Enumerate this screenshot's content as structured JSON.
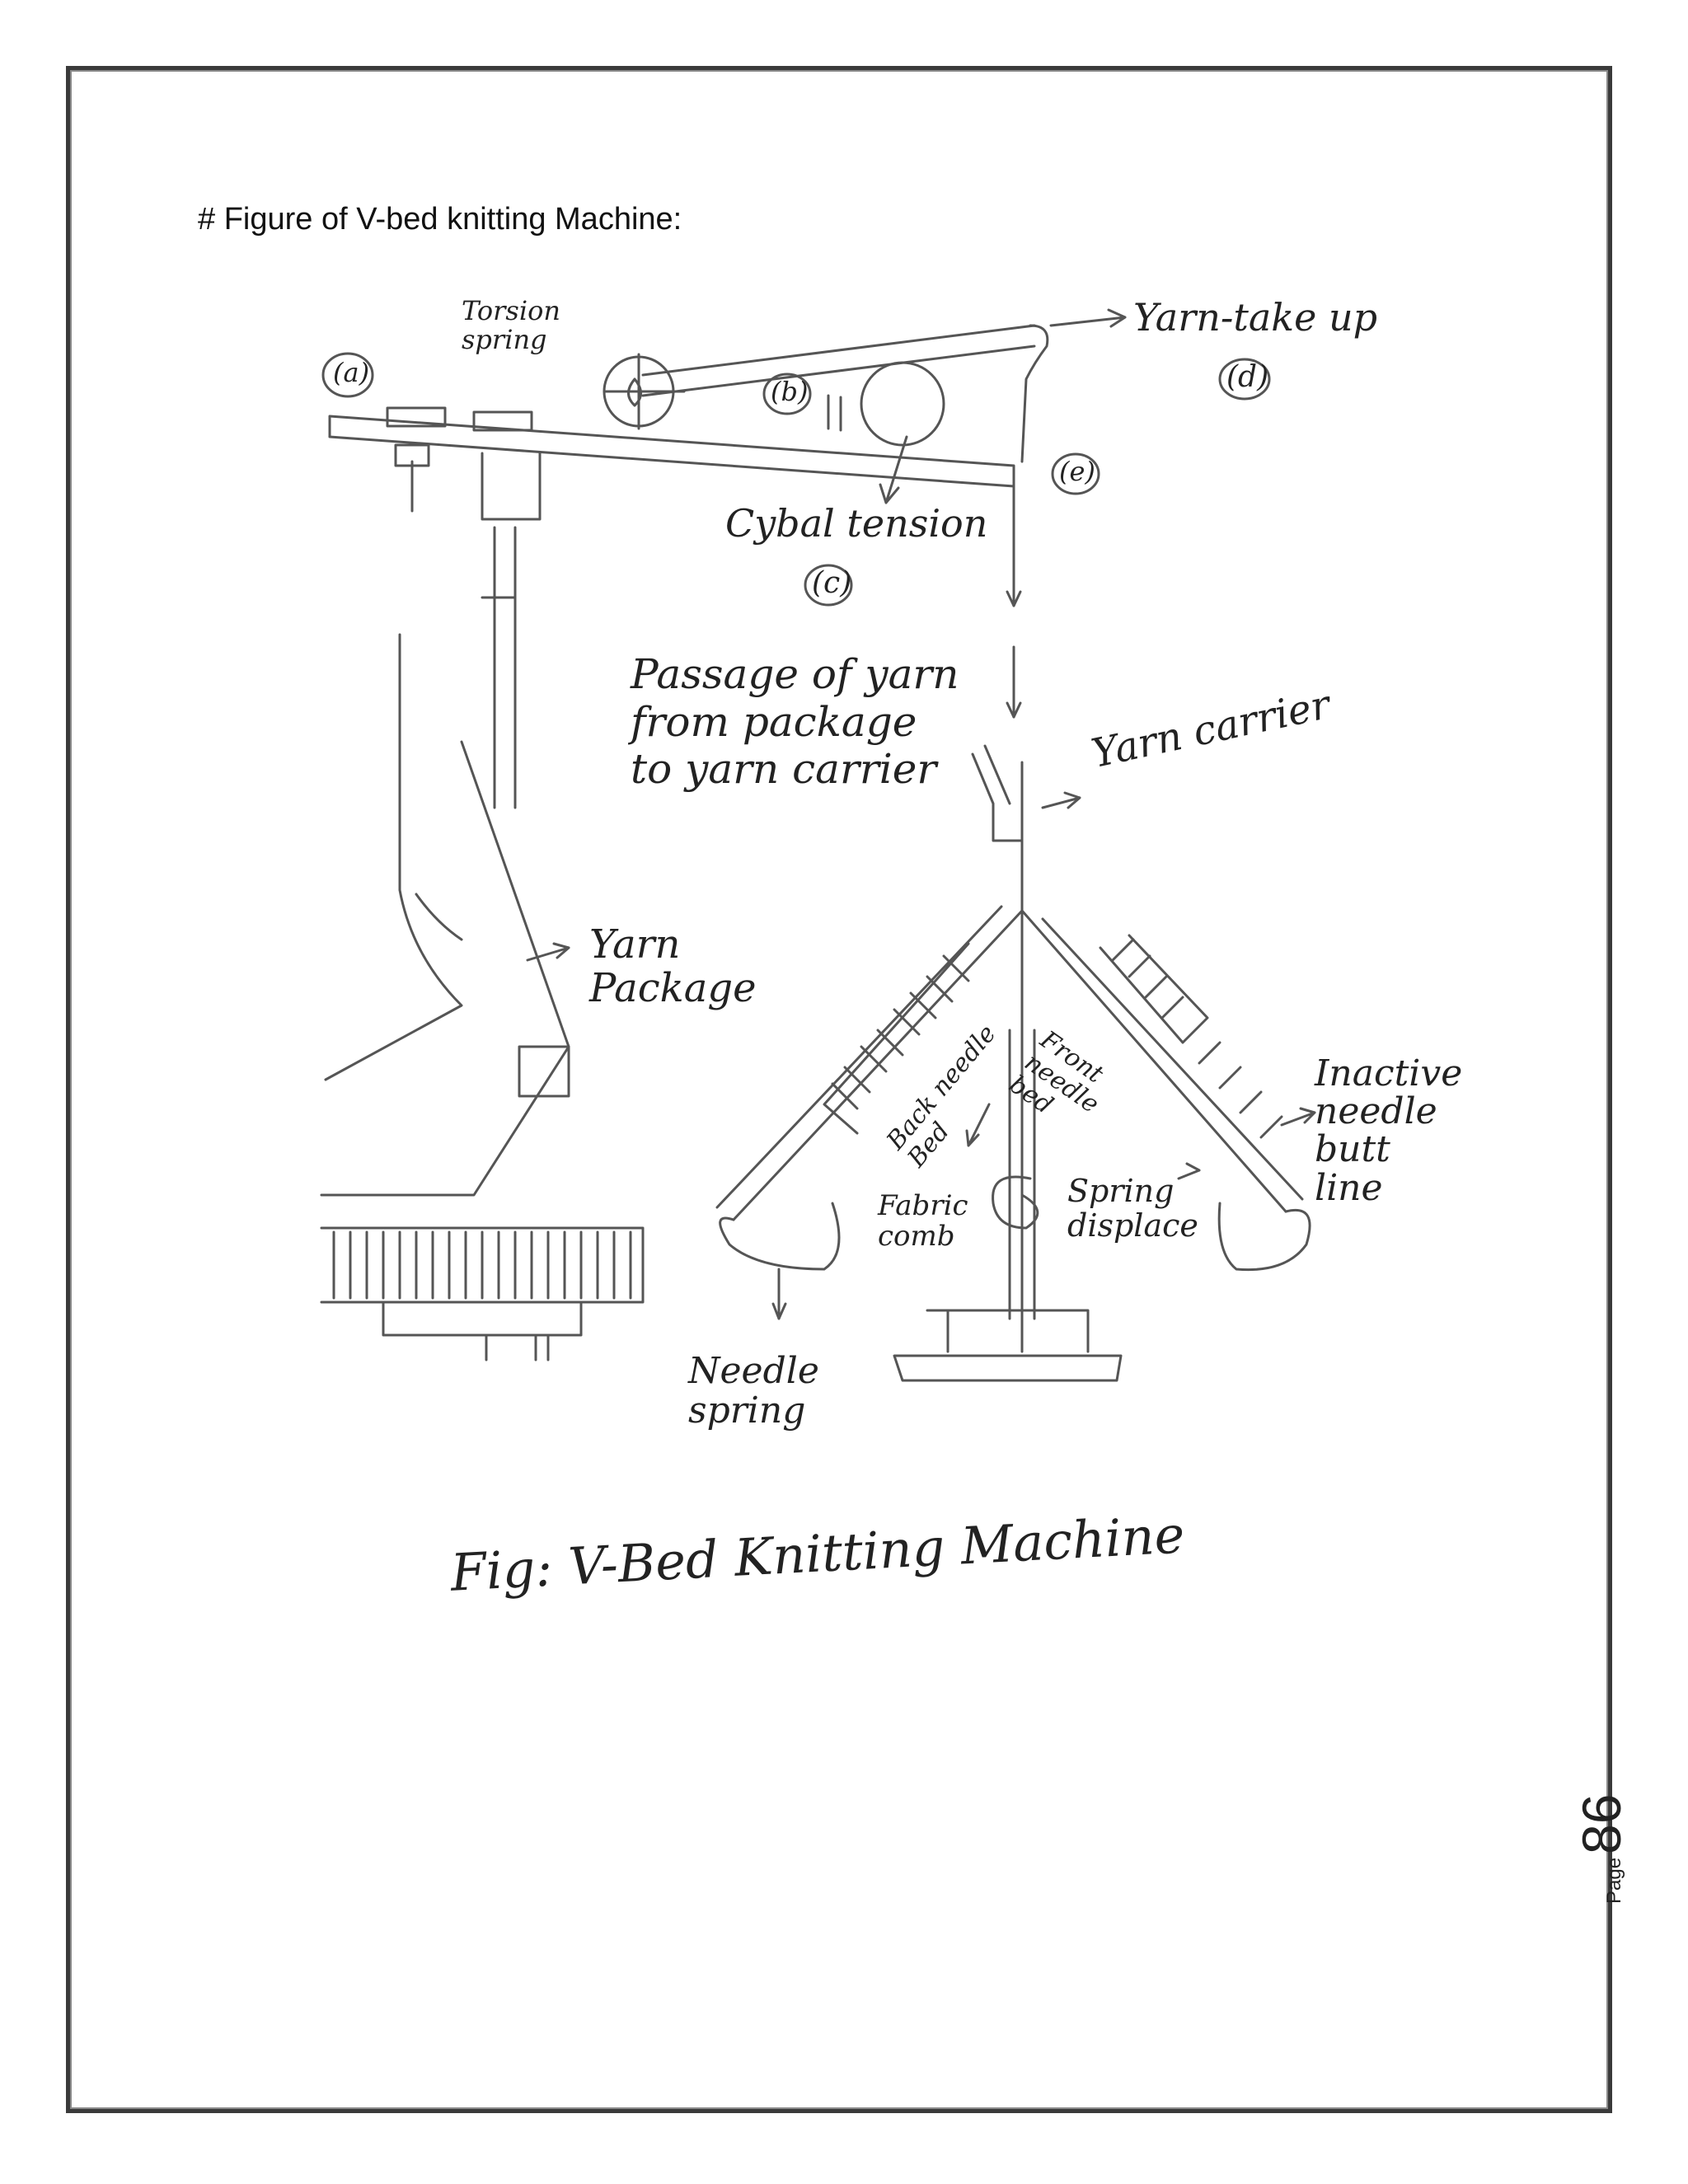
{
  "heading": "# Figure of V-bed knitting Machine:",
  "labels": {
    "torsion_spring": "Torsion\nspring",
    "a": "(a)",
    "b": "(b)",
    "yarn_take_up": "Yarn-take up",
    "d": "(d)",
    "e": "(e)",
    "cybal_tension": "Cybal tension",
    "c": "(c)",
    "passage": "Passage of yarn\nfrom package\nto yarn carrier",
    "yarn_carrier": "Yarn carrier",
    "yarn_package": "Yarn\nPackage",
    "back_needle_bed": "Back needle\nBed",
    "front_needle_bed": "Front\nneedle\nbed",
    "inactive_needle_butt_line": "Inactive\nneedle\nbutt\nline",
    "fabric_comb": "Fabric\ncomb",
    "spring_displace": "Spring\ndisplace",
    "needle_spring": "Needle\nspring"
  },
  "caption": "Fig: V-Bed Knitting Machine",
  "page": {
    "word": "Page",
    "number": "86"
  }
}
